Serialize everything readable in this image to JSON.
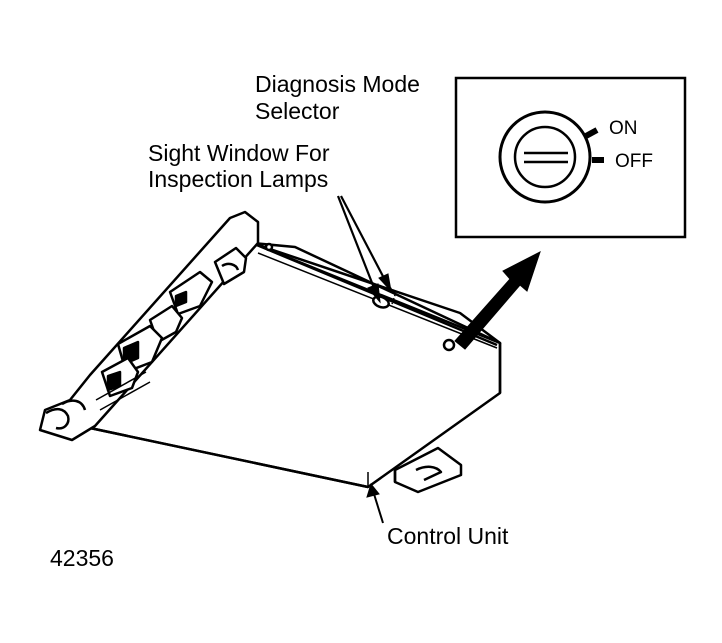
{
  "figure_number": "42356",
  "labels": {
    "diagnosis_mode_selector": [
      "Diagnosis Mode",
      "Selector"
    ],
    "sight_window": [
      "Sight Window For",
      "Inspection Lamps"
    ],
    "control_unit": "Control Unit"
  },
  "switch_positions": {
    "on": "ON",
    "off": "OFF"
  },
  "colors": {
    "ink": "#000000",
    "paper": "#ffffff"
  }
}
